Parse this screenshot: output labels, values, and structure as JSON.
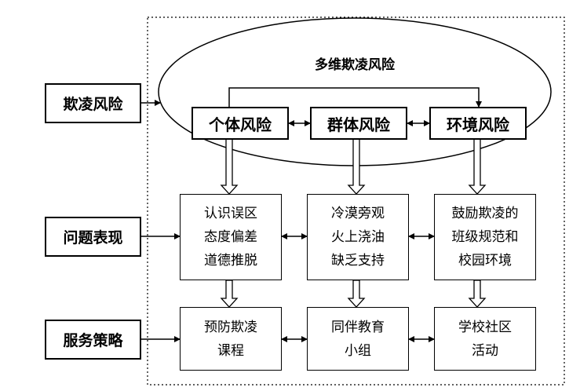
{
  "left_labels": {
    "risk": "欺凌风险",
    "problem": "问题表现",
    "strategy": "服务策略"
  },
  "ellipse_title": "多维欺凌风险",
  "risk_boxes": {
    "individual": "个体风险",
    "group": "群体风险",
    "environment": "环境风险"
  },
  "problem_boxes": {
    "individual": [
      "认识误区",
      "态度偏差",
      "道德推脱"
    ],
    "group": [
      "冷漠旁观",
      "火上浇油",
      "缺乏支持"
    ],
    "environment": [
      "鼓励欺凌的",
      "班级规范和",
      "校园环境"
    ]
  },
  "strategy_boxes": {
    "individual": [
      "预防欺凌",
      "课程"
    ],
    "group": [
      "同伴教育",
      "小组"
    ],
    "environment": [
      "学校社区",
      "活动"
    ]
  }
}
